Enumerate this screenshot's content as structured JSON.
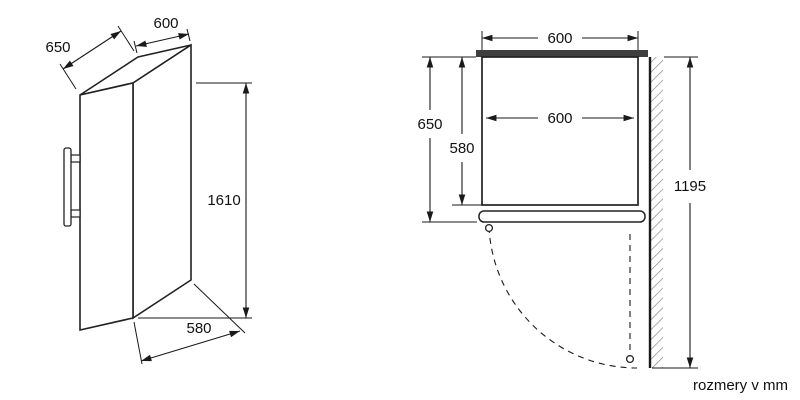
{
  "colors": {
    "line": "#1a1a1a",
    "wall_fill": "#3f3f3f",
    "hatch": "#8a8a8a",
    "background": "#ffffff"
  },
  "iso_view": {
    "depth_top": "650",
    "width": "600",
    "height": "1610",
    "depth_bottom": "580"
  },
  "top_view": {
    "width_outer": "600",
    "width_inner": "600",
    "depth_with_door": "650",
    "depth_body": "580",
    "side_clearance": "1195"
  },
  "footer": {
    "units_note": "rozmery v mm"
  }
}
